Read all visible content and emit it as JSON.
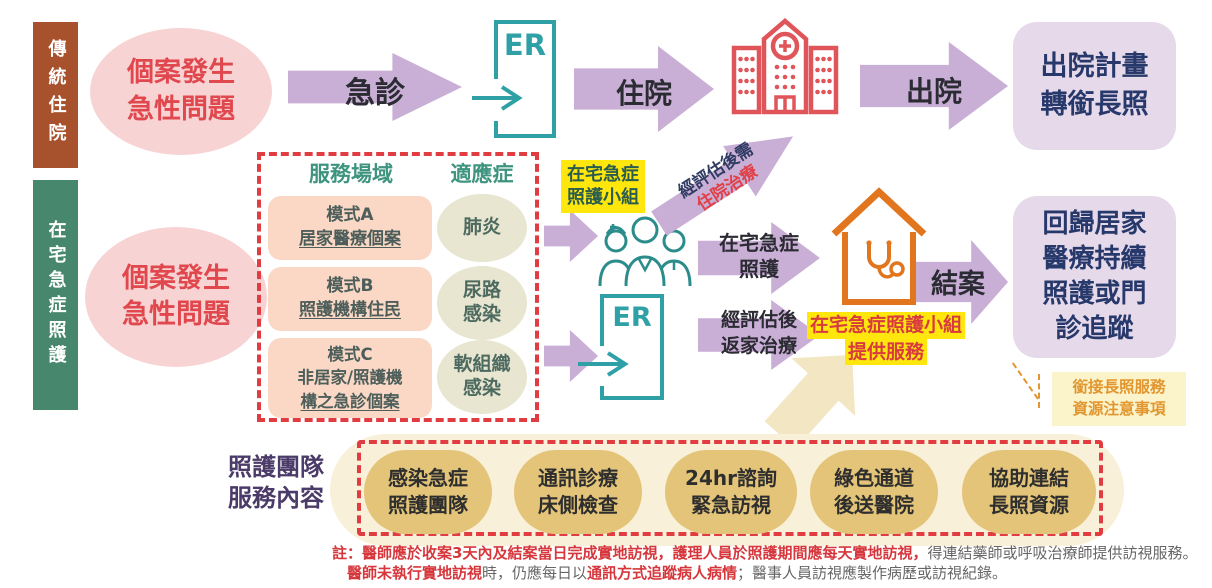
{
  "sidebar": {
    "traditional": "傳統住院",
    "home": "在宅急症照護"
  },
  "traditional_flow": {
    "case_label": "個案發生\n急性問題",
    "er_arrow_label": "急診",
    "er_text": "ER",
    "admission_arrow_label": "住院",
    "discharge_arrow_label": "出院",
    "discharge_plan": "出院計畫\n轉銜長照"
  },
  "home_flow": {
    "case_label": "個案發生\n急性問題",
    "team_tag": "在宅急症\n照護小組",
    "admit_needed_line1": "經評估後需",
    "admit_needed_line2": "住院治療",
    "home_care_arrow_label": "在宅急症\n照護",
    "er_text": "ER",
    "return_home_arrow_label": "經評估後\n返家治療",
    "service_tag_line1": "在宅急症照護小組",
    "service_tag_line2": "提供服務",
    "close_arrow_label": "結案",
    "outcome_box": "回歸居家\n醫療持續\n照護或門\n診追蹤"
  },
  "modes_panel": {
    "service_header": "服務場域",
    "indication_header": "適應症",
    "mode_a_title": "模式A",
    "mode_a_sub": "居家醫療個案",
    "mode_b_title": "模式B",
    "mode_b_sub": "照護機構住民",
    "mode_c_title": "模式C",
    "mode_c_mid": "非居家/照護機",
    "mode_c_sub": "構之急診個案",
    "indications": [
      "肺炎",
      "尿路\n感染",
      "軟組織\n感染"
    ]
  },
  "services": {
    "label": "照護團隊\n服務內容",
    "pills": [
      "感染急症\n照護團隊",
      "通訊診療\n床側檢查",
      "24hr諮詢\n緊急訪視",
      "綠色通道\n後送醫院",
      "協助連結\n長照資源"
    ],
    "ltc_note": "銜接長照服務\n資源注意事項"
  },
  "footnote": {
    "l1_red": "註：醫師應於收案3天內及結案當日完成實地訪視，護理人員於照護期間應每天實地訪視，",
    "l1_gray": "得連結藥師或呼吸治療師提供訪視服務。",
    "l2_red1": "醫師未執行實地訪視",
    "l2_gray1": "時，仍應每日以",
    "l2_red2": "通訊方式追蹤病人病情",
    "l2_gray2": "；醫事人員訪視應製作病歷或訪視紀錄。"
  },
  "colors": {
    "brown_bar": "#A8512D",
    "green_bar": "#47876D",
    "pink_ellipse": "#F8D3D4",
    "red_text": "#E0484E",
    "purple_arrow": "#C9AED5",
    "purple_box": "#E6D9EA",
    "navy_text": "#27396B",
    "teal": "#2FA0A6",
    "hospital_red": "#E0555A",
    "dashed_red": "#E03C42",
    "mode_pink": "#FAD8C5",
    "olive": "#E8E6D0",
    "highlight_yellow": "#FFE70D",
    "house_orange": "#E2761F",
    "gold_pill": "#E3C478",
    "cream": "#F8F0D8",
    "note_yellow_bg": "#FBF3CA",
    "note_orange_text": "#E2962F",
    "footnote_red": "#D6373C"
  }
}
